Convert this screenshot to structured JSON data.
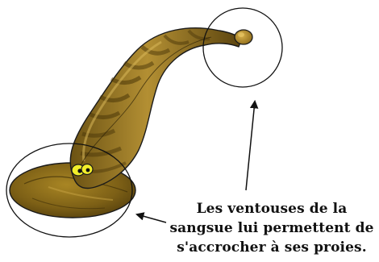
{
  "diagram": {
    "caption_lines": [
      "Les ventouses de la",
      "sangsue lui permettent de",
      "s'accrocher à ses proies."
    ],
    "colors": {
      "body_dark": "#5e4710",
      "body_mid": "#9a7a22",
      "body_light": "#c9a646",
      "outline": "#1a1a1a",
      "eye": "#f2ee2a"
    }
  }
}
